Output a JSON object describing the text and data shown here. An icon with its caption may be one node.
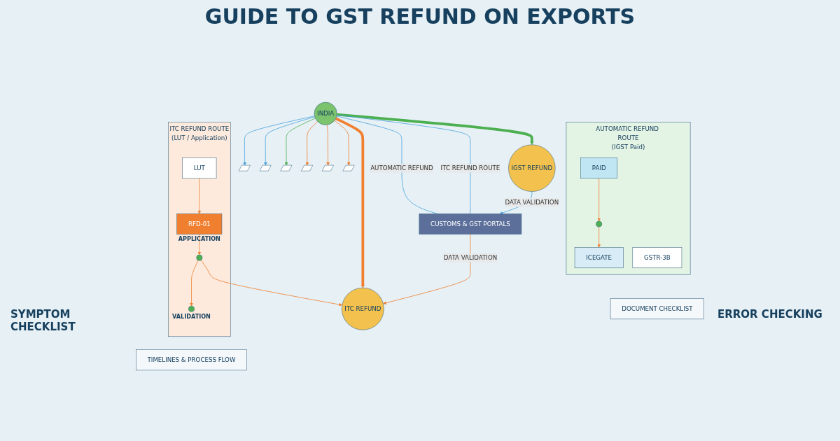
{
  "diagram": {
    "title": "GUIDE TO GST REFUND ON EXPORTS",
    "nodes": [
      {
        "text": [
          "INDIA"
        ]
      },
      {
        "text": [],
        "shape": "picture"
      },
      {
        "text": [],
        "shape": "picture"
      },
      {
        "text": [],
        "shape": "picture"
      },
      {
        "text": [],
        "shape": "picture"
      },
      {
        "text": [],
        "shape": "picture"
      },
      {
        "text": [],
        "shape": "picture"
      },
      {
        "text": [
          "AUTOMATIC REFUND ROUTE",
          "(IGST Paid)"
        ]
      },
      {
        "text": [
          "PAID"
        ],
        "in": 7
      },
      {
        "text": [],
        "shape": "circle",
        "in": 7
      },
      {
        "text": [
          "ICEGATE"
        ],
        "in": 7
      },
      {
        "text": [
          "GSTR-3B"
        ],
        "in": 7
      },
      {
        "text": [
          "ITC REFUND ROUTE",
          "(LUT / Application)"
        ]
      },
      {
        "text": [
          "LUT"
        ],
        "in": 12
      },
      {
        "text": [
          "RFD-01"
        ],
        "beside": [
          "APPLICATION"
        ],
        "in": 12
      },
      {
        "text": [],
        "shape": "circle",
        "in": 12
      },
      {
        "text": [],
        "shape": "circle",
        "beside": [
          "VALIDATION"
        ],
        "in": 12
      },
      {
        "text": [
          "IGST REFUND"
        ]
      },
      {
        "text": [
          "ITC REFUND"
        ]
      },
      {
        "text": [
          "CUSTOMS & GST PORTALS"
        ]
      },
      {
        "text": [
          "DOCUMENT CHECKLIST"
        ]
      },
      {
        "text": [
          "TIMELINES & PROCESS FLOW"
        ]
      }
    ],
    "edges": [
      {
        "from": 0,
        "to": 1,
        "arrow": "to",
        "color": "#4aa3df"
      },
      {
        "from": 0,
        "to": 2,
        "arrow": "to",
        "color": "#4aa3df"
      },
      {
        "from": 0,
        "to": 3,
        "arrow": "to",
        "color": "#4caf50"
      },
      {
        "from": 0,
        "to": 4,
        "arrow": "to"
      },
      {
        "from": 0,
        "to": 5,
        "arrow": "to"
      },
      {
        "from": 0,
        "to": 6,
        "arrow": "to"
      },
      {
        "from": 0,
        "to": 17,
        "arrow": "to",
        "style": "thick",
        "color": "#4caf50"
      },
      {
        "from": 0,
        "to": 18,
        "arrow": "to",
        "style": "thick"
      },
      {
        "from": 0,
        "to": 19,
        "label": "AUTOMATIC REFUND",
        "arrow": "none",
        "color": "#4aa3df"
      },
      {
        "from": 0,
        "to": 19,
        "label": "ITC REFUND ROUTE",
        "arrow": "none",
        "color": "#4aa3df"
      },
      {
        "from": 8,
        "to": 9,
        "arrow": "to"
      },
      {
        "from": 9,
        "to": 10,
        "arrow": "to"
      },
      {
        "from": 13,
        "to": 14,
        "arrow": "to"
      },
      {
        "from": 14,
        "to": 15,
        "arrow": "to"
      },
      {
        "from": 15,
        "to": 16,
        "arrow": "to"
      },
      {
        "from": 15,
        "to": 18,
        "arrow": "to"
      },
      {
        "from": 17,
        "to": 19,
        "label": "DATA VALIDATION",
        "arrow": "to",
        "color": "#4aa3df"
      },
      {
        "from": 19,
        "to": 18,
        "label": "DATA VALIDATION",
        "arrow": "to"
      }
    ],
    "labels": [
      "SYMPTOM CHECKLIST",
      "ERROR CHECKING"
    ]
  }
}
